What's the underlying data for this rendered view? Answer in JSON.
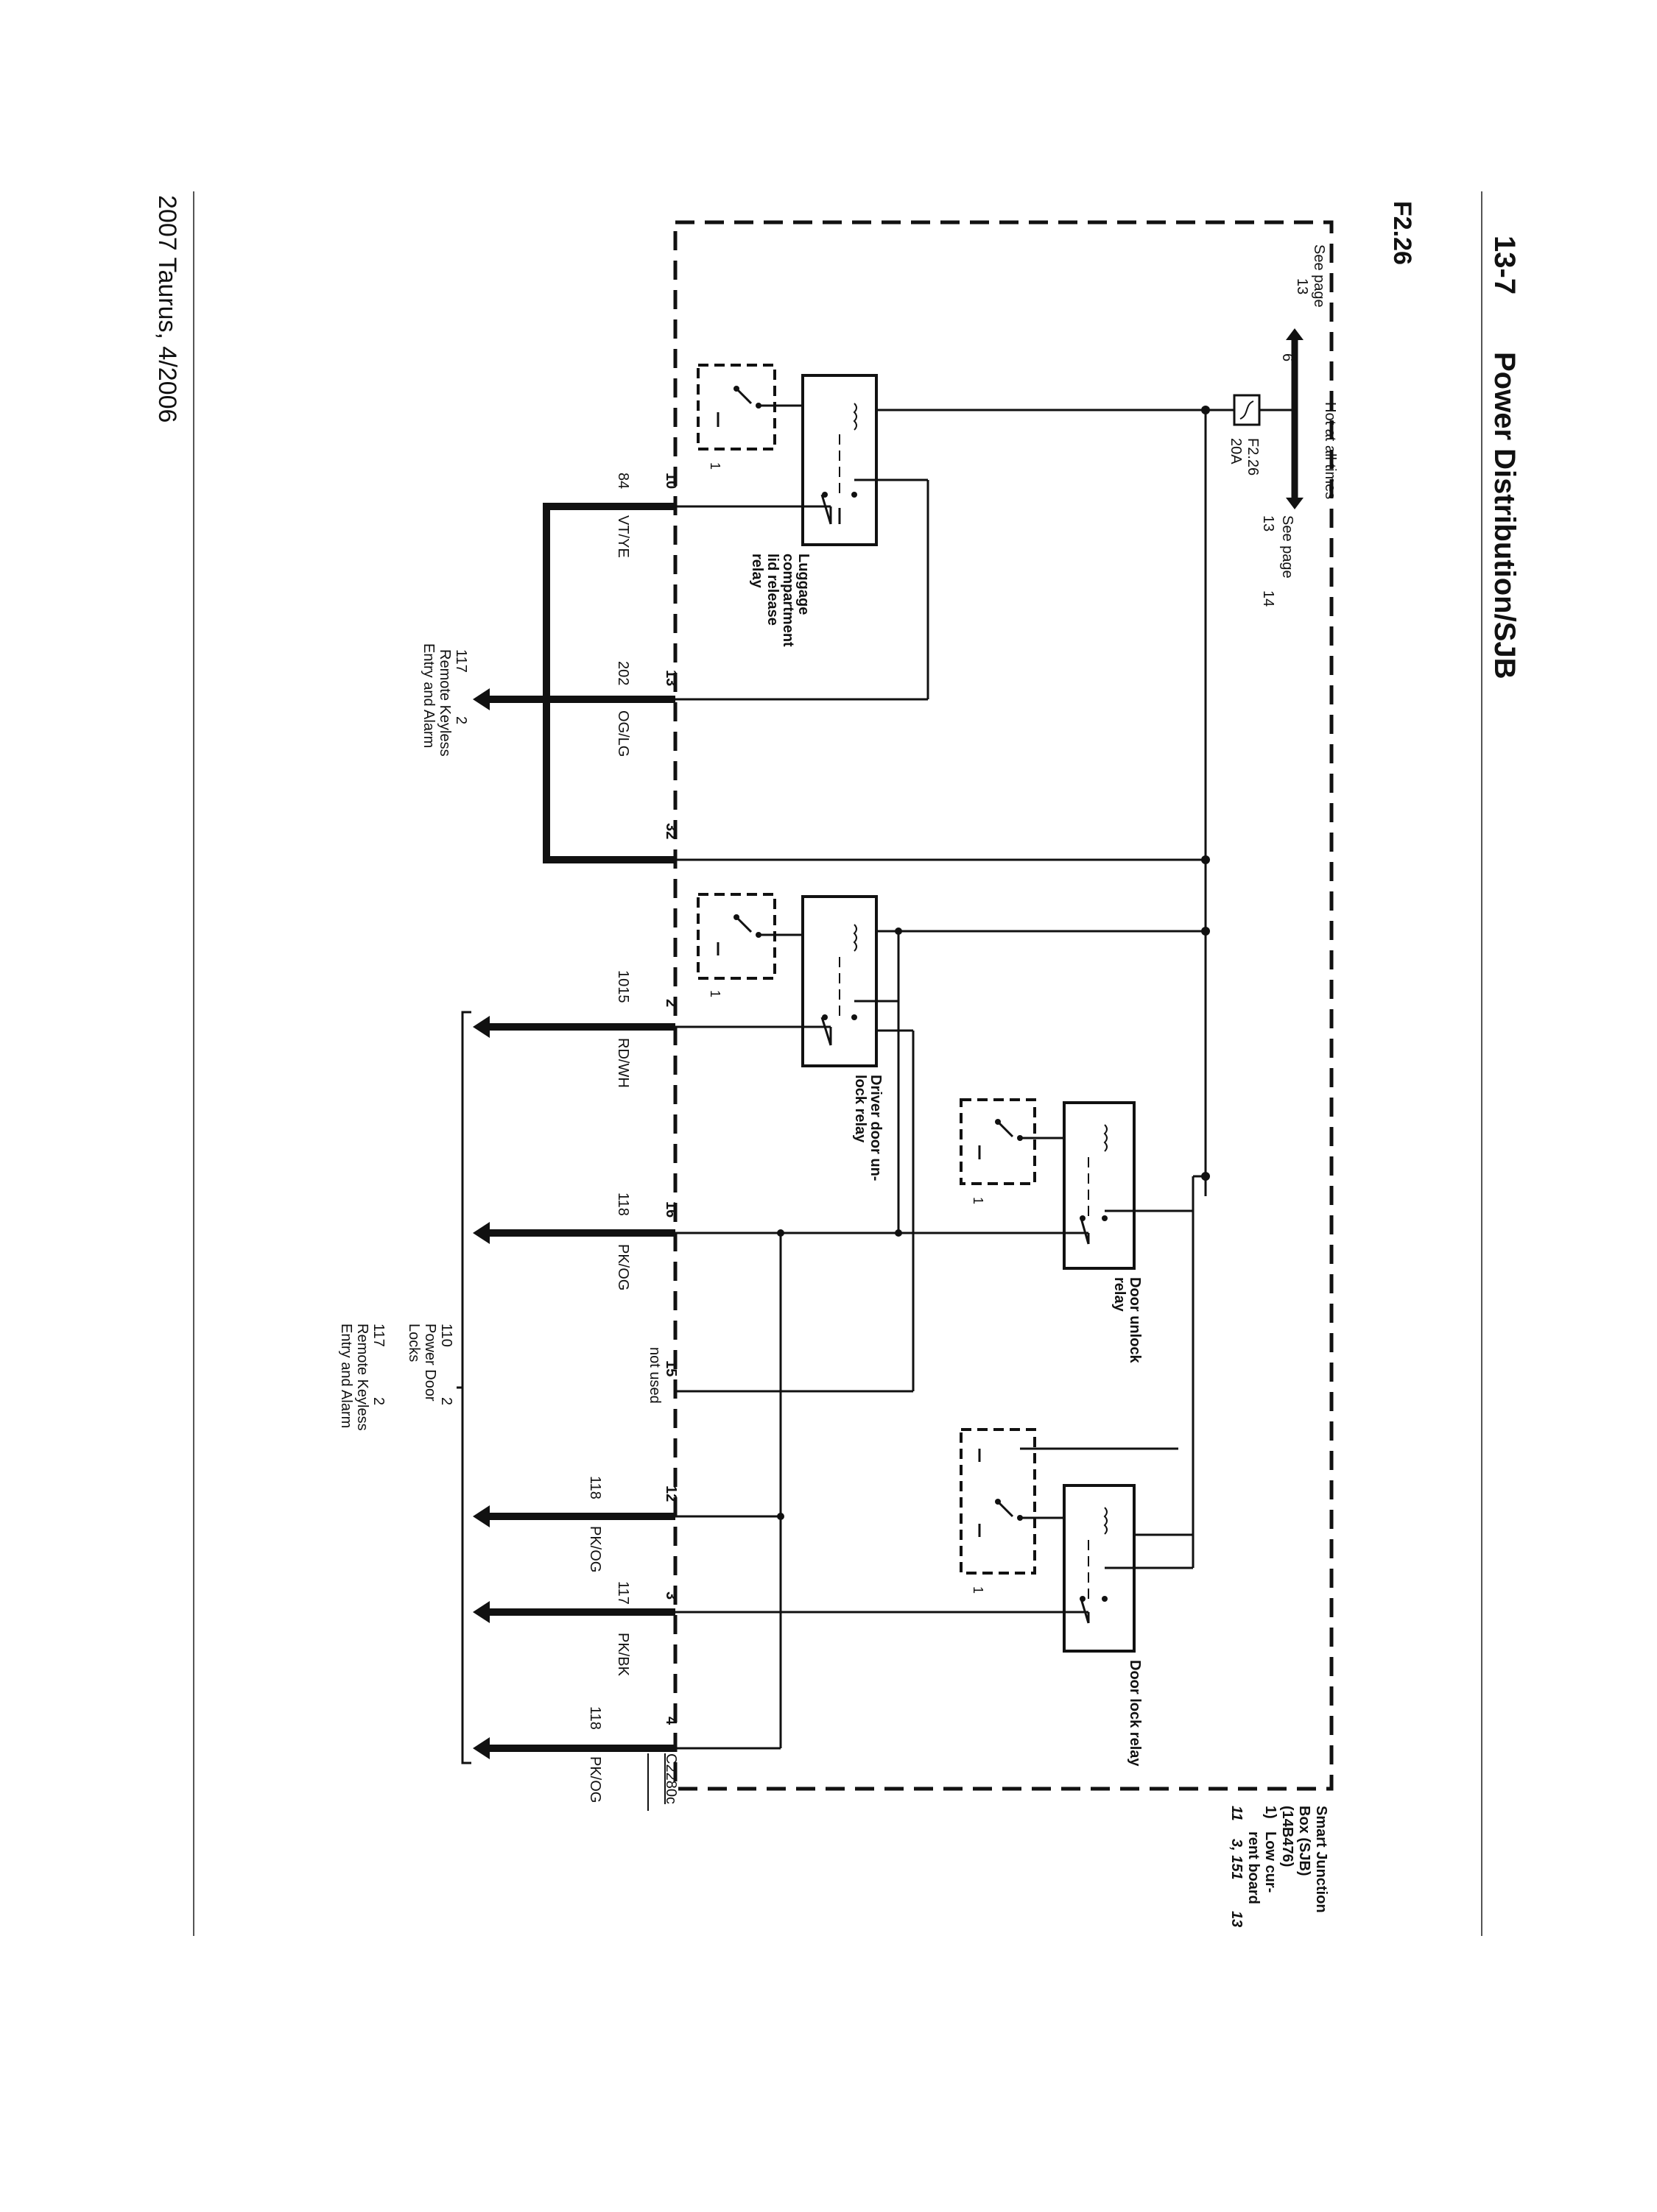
{
  "header": {
    "page_number": "13-7",
    "title": "Power Distribution/SJB",
    "fuse_code": "F2.26"
  },
  "footer": {
    "text": "2007 Taurus, 4/2006"
  },
  "power": {
    "hot_label": "Hot at all times",
    "ref_left_label": "See page",
    "ref_left_page": "13",
    "ref_left_grid": "6",
    "ref_right_label": "See page",
    "ref_right_page": "13",
    "ref_right_grid": "14"
  },
  "fuse": {
    "name": "F2.26",
    "rating": "20A"
  },
  "sjb": {
    "title_line1": "Smart Junction",
    "title_line2": "Box (SJB)",
    "part_number": "(14B476)",
    "note_number": "1)",
    "note_line1": "Low cur-",
    "note_line2": "rent board",
    "ref_page": "11",
    "ref_grids": "3, 151",
    "ref_last": "13"
  },
  "relays": {
    "luggage": [
      "Luggage",
      "compartment",
      "lid release",
      "relay"
    ],
    "driver_door": [
      "Driver door un-",
      "lock relay"
    ],
    "door_unlock": [
      "Door unlock",
      "relay"
    ],
    "door_lock": "Door lock relay"
  },
  "board_note_marker": "1",
  "connector": "C2280c",
  "pins": [
    {
      "pin": "10",
      "circuit": "84",
      "color": "VT/YE"
    },
    {
      "pin": "13",
      "circuit": "202",
      "color": "OG/LG"
    },
    {
      "pin": "32",
      "circuit": "",
      "color": ""
    },
    {
      "pin": "2",
      "circuit": "1015",
      "color": "RD/WH"
    },
    {
      "pin": "16",
      "circuit": "118",
      "color": "PK/OG"
    },
    {
      "pin": "15",
      "circuit": "",
      "color": "not used"
    },
    {
      "pin": "12",
      "circuit": "118",
      "color": "PK/OG"
    },
    {
      "pin": "3",
      "circuit": "117",
      "color": "PK/BK"
    },
    {
      "pin": "4",
      "circuit": "118",
      "color": "PK/OG"
    }
  ],
  "destinations": {
    "keyless_a": {
      "page": "117",
      "grid": "2",
      "line1": "Remote Keyless",
      "line2": "Entry and Alarm"
    },
    "door_locks": {
      "page": "110",
      "grid": "2",
      "line1": "Power Door",
      "line2": "Locks"
    },
    "keyless_b": {
      "page": "117",
      "grid": "2",
      "line1": "Remote Keyless",
      "line2": "Entry and Alarm"
    }
  }
}
